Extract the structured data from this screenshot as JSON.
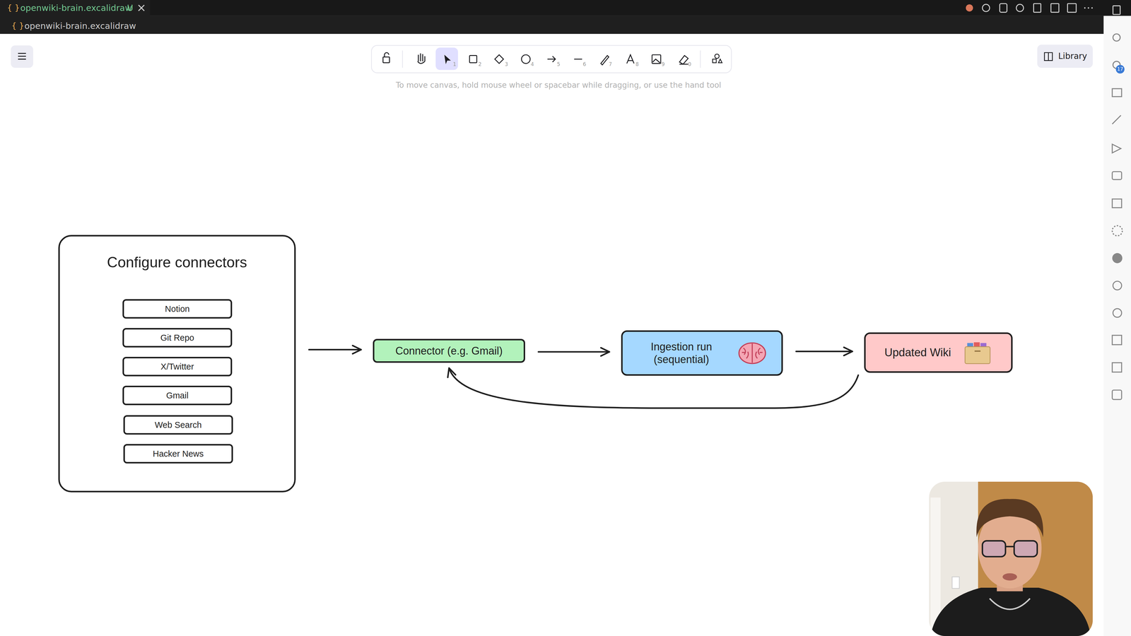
{
  "diagram": {
    "nodes": [
      {
        "text": [
          "Configure connectors"
        ]
      },
      {
        "text": [
          "Notion"
        ],
        "in": 0
      },
      {
        "text": [
          "Git Repo"
        ],
        "in": 0
      },
      {
        "text": [
          "X/Twitter"
        ],
        "in": 0
      },
      {
        "text": [
          "Gmail"
        ],
        "in": 0
      },
      {
        "text": [
          "Web Search"
        ],
        "in": 0
      },
      {
        "text": [
          "Hacker News"
        ],
        "in": 0
      },
      {
        "text": [
          "Connector (e.g. Gmail)"
        ]
      },
      {
        "text": [
          "Ingestion run (sequential)"
        ]
      },
      {
        "text": [
          "Updated Wiki"
        ]
      }
    ],
    "edges": [
      {
        "from": 0,
        "to": 7,
        "arrow": "to"
      },
      {
        "from": 7,
        "to": 8,
        "arrow": "to"
      },
      {
        "from": 8,
        "to": 9,
        "arrow": "to"
      },
      {
        "from": 9,
        "to": 7,
        "arrow": "to"
      }
    ],
    "labels": [
      "{ }",
      "openwiki-brain.excalidraw",
      "U",
      "{ }",
      "openwiki-brain.excalidraw",
      "1",
      "2",
      "3",
      "4",
      "5",
      "6",
      "7",
      "8",
      "9",
      "0",
      "To move canvas, hold mouse wheel or spacebar while dragging, or use the hand tool",
      "Library",
      "17"
    ]
  }
}
